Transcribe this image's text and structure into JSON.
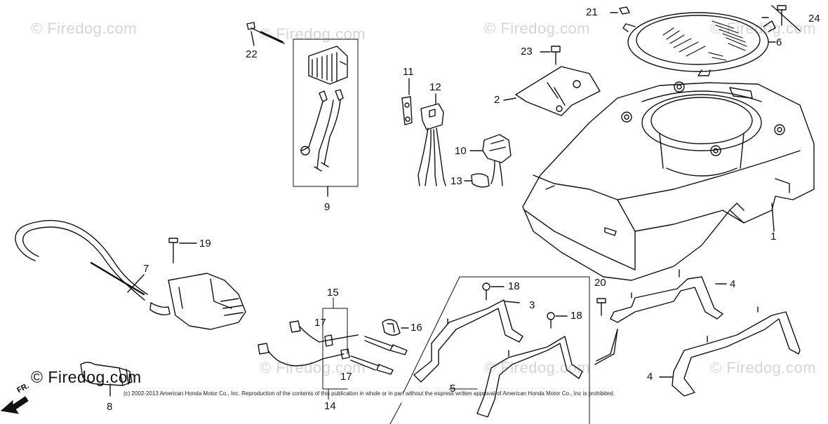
{
  "watermark": {
    "text": "© Firedog.com"
  },
  "copyright": "(c) 2002-2013 American Honda Motor Co., Inc. Reproduction of the contents of this publication in whole or in part without the express written approval of American Honda Motor Co., Inc is prohibited.",
  "direction_marker": "FR.",
  "callouts": [
    {
      "id": "c1",
      "label": "1"
    },
    {
      "id": "c2",
      "label": "2"
    },
    {
      "id": "c3",
      "label": "3"
    },
    {
      "id": "c4a",
      "label": "4"
    },
    {
      "id": "c4b",
      "label": "4"
    },
    {
      "id": "c5",
      "label": "5"
    },
    {
      "id": "c6",
      "label": "6"
    },
    {
      "id": "c7",
      "label": "7"
    },
    {
      "id": "c8",
      "label": "8"
    },
    {
      "id": "c9",
      "label": "9"
    },
    {
      "id": "c10",
      "label": "10"
    },
    {
      "id": "c11",
      "label": "11"
    },
    {
      "id": "c12",
      "label": "12"
    },
    {
      "id": "c13",
      "label": "13"
    },
    {
      "id": "c14",
      "label": "14"
    },
    {
      "id": "c15",
      "label": "15"
    },
    {
      "id": "c16",
      "label": "16"
    },
    {
      "id": "c17a",
      "label": "17"
    },
    {
      "id": "c17b",
      "label": "17"
    },
    {
      "id": "c18a",
      "label": "18"
    },
    {
      "id": "c18b",
      "label": "18"
    },
    {
      "id": "c19",
      "label": "19"
    },
    {
      "id": "c20",
      "label": "20"
    },
    {
      "id": "c21",
      "label": "21"
    },
    {
      "id": "c22",
      "label": "22"
    },
    {
      "id": "c23",
      "label": "23"
    },
    {
      "id": "c24",
      "label": "24"
    }
  ]
}
